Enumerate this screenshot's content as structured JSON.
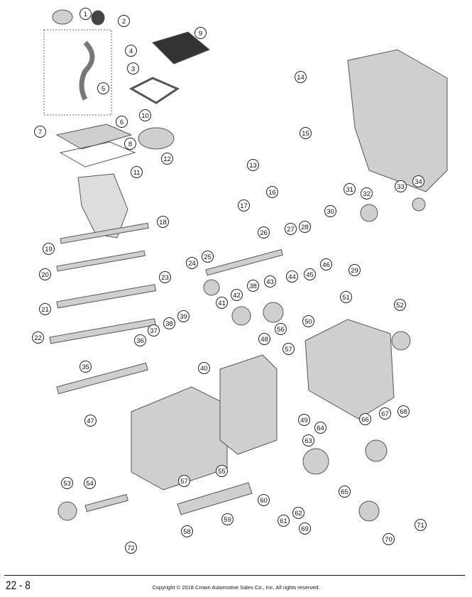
{
  "callouts": [
    "1",
    "2",
    "3",
    "4",
    "5",
    "6",
    "7",
    "8",
    "9",
    "10",
    "11",
    "12",
    "13",
    "14",
    "15",
    "16",
    "17",
    "18",
    "19",
    "20",
    "21",
    "22",
    "23",
    "24",
    "25",
    "26",
    "27",
    "28",
    "29",
    "30",
    "31",
    "32",
    "33",
    "34",
    "35",
    "36",
    "37",
    "38",
    "38",
    "39",
    "40",
    "41",
    "42",
    "43",
    "44",
    "45",
    "46",
    "47",
    "48",
    "49",
    "50",
    "51",
    "52",
    "53",
    "54",
    "55",
    "56",
    "57",
    "57",
    "58",
    "59",
    "60",
    "61",
    "62",
    "63",
    "64",
    "65",
    "66",
    "67",
    "68",
    "69",
    "70",
    "71",
    "72"
  ],
  "footer": {
    "page_number": "22 - 8",
    "copyright": "Copyright © 2018 Crown Automotive Sales Co., Inc. All rights reserved."
  },
  "colors": {
    "part_fill": "#c9c9c9",
    "part_stroke": "#555555",
    "callout_border": "#222222"
  }
}
